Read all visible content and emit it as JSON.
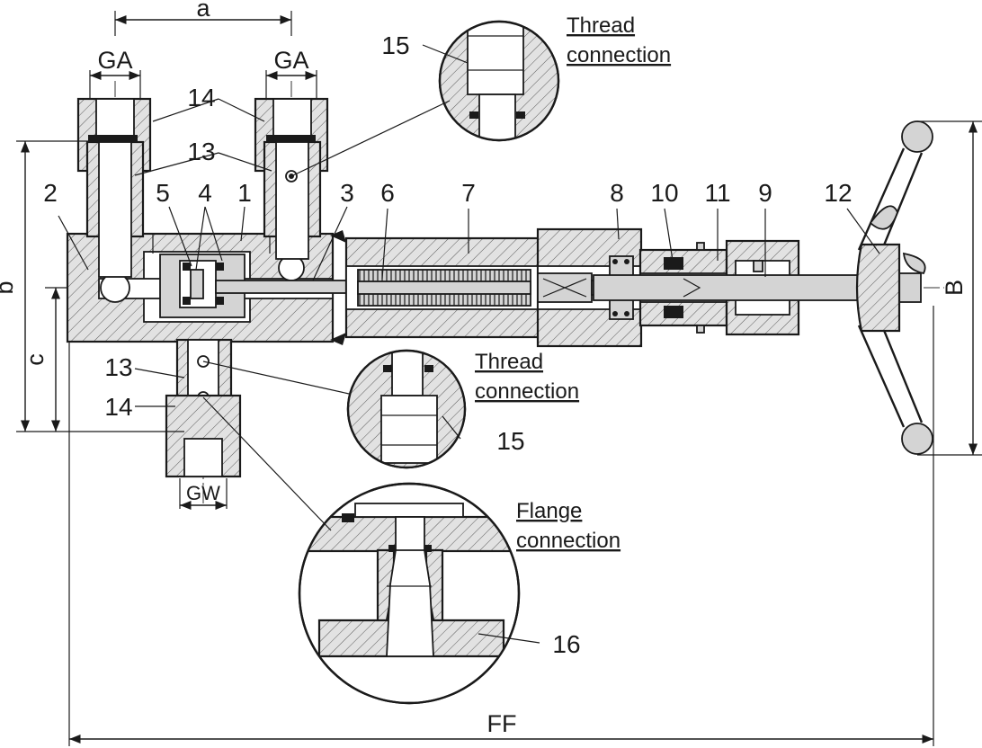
{
  "dimensions": {
    "a": "a",
    "ga_left": "GA",
    "ga_right": "GA",
    "b": "b",
    "c": "c",
    "gw": "GW",
    "big_b": "B",
    "ff": "FF"
  },
  "parts": {
    "p1": "1",
    "p2": "2",
    "p3": "3",
    "p4": "4",
    "p5": "5",
    "p6": "6",
    "p7": "7",
    "p8": "8",
    "p9": "9",
    "p10": "10",
    "p11": "11",
    "p12": "12",
    "p13_top": "13",
    "p14_top": "14",
    "p13_bottom": "13",
    "p14_bottom": "14",
    "p15_top": "15",
    "p15_mid": "15",
    "p16": "16"
  },
  "details": {
    "thread_top": [
      "Thread",
      "connection"
    ],
    "thread_mid": [
      "Thread",
      "connection"
    ],
    "flange": [
      "Flange",
      "connection"
    ]
  }
}
